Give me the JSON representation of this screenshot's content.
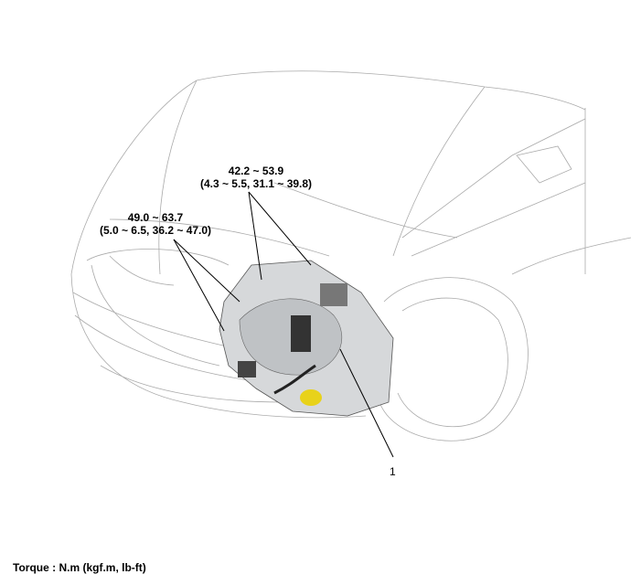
{
  "callouts": {
    "upper": {
      "value": "42.2 ~ 53.9",
      "alt": "(4.3 ~ 5.5, 31.1 ~ 39.8)"
    },
    "left": {
      "value": "49.0 ~ 63.7",
      "alt": "(5.0 ~ 6.5, 36.2 ~ 47.0)"
    },
    "part_number": "1"
  },
  "footer": {
    "torque_units": "Torque : N.m (kgf.m, lb-ft)"
  }
}
